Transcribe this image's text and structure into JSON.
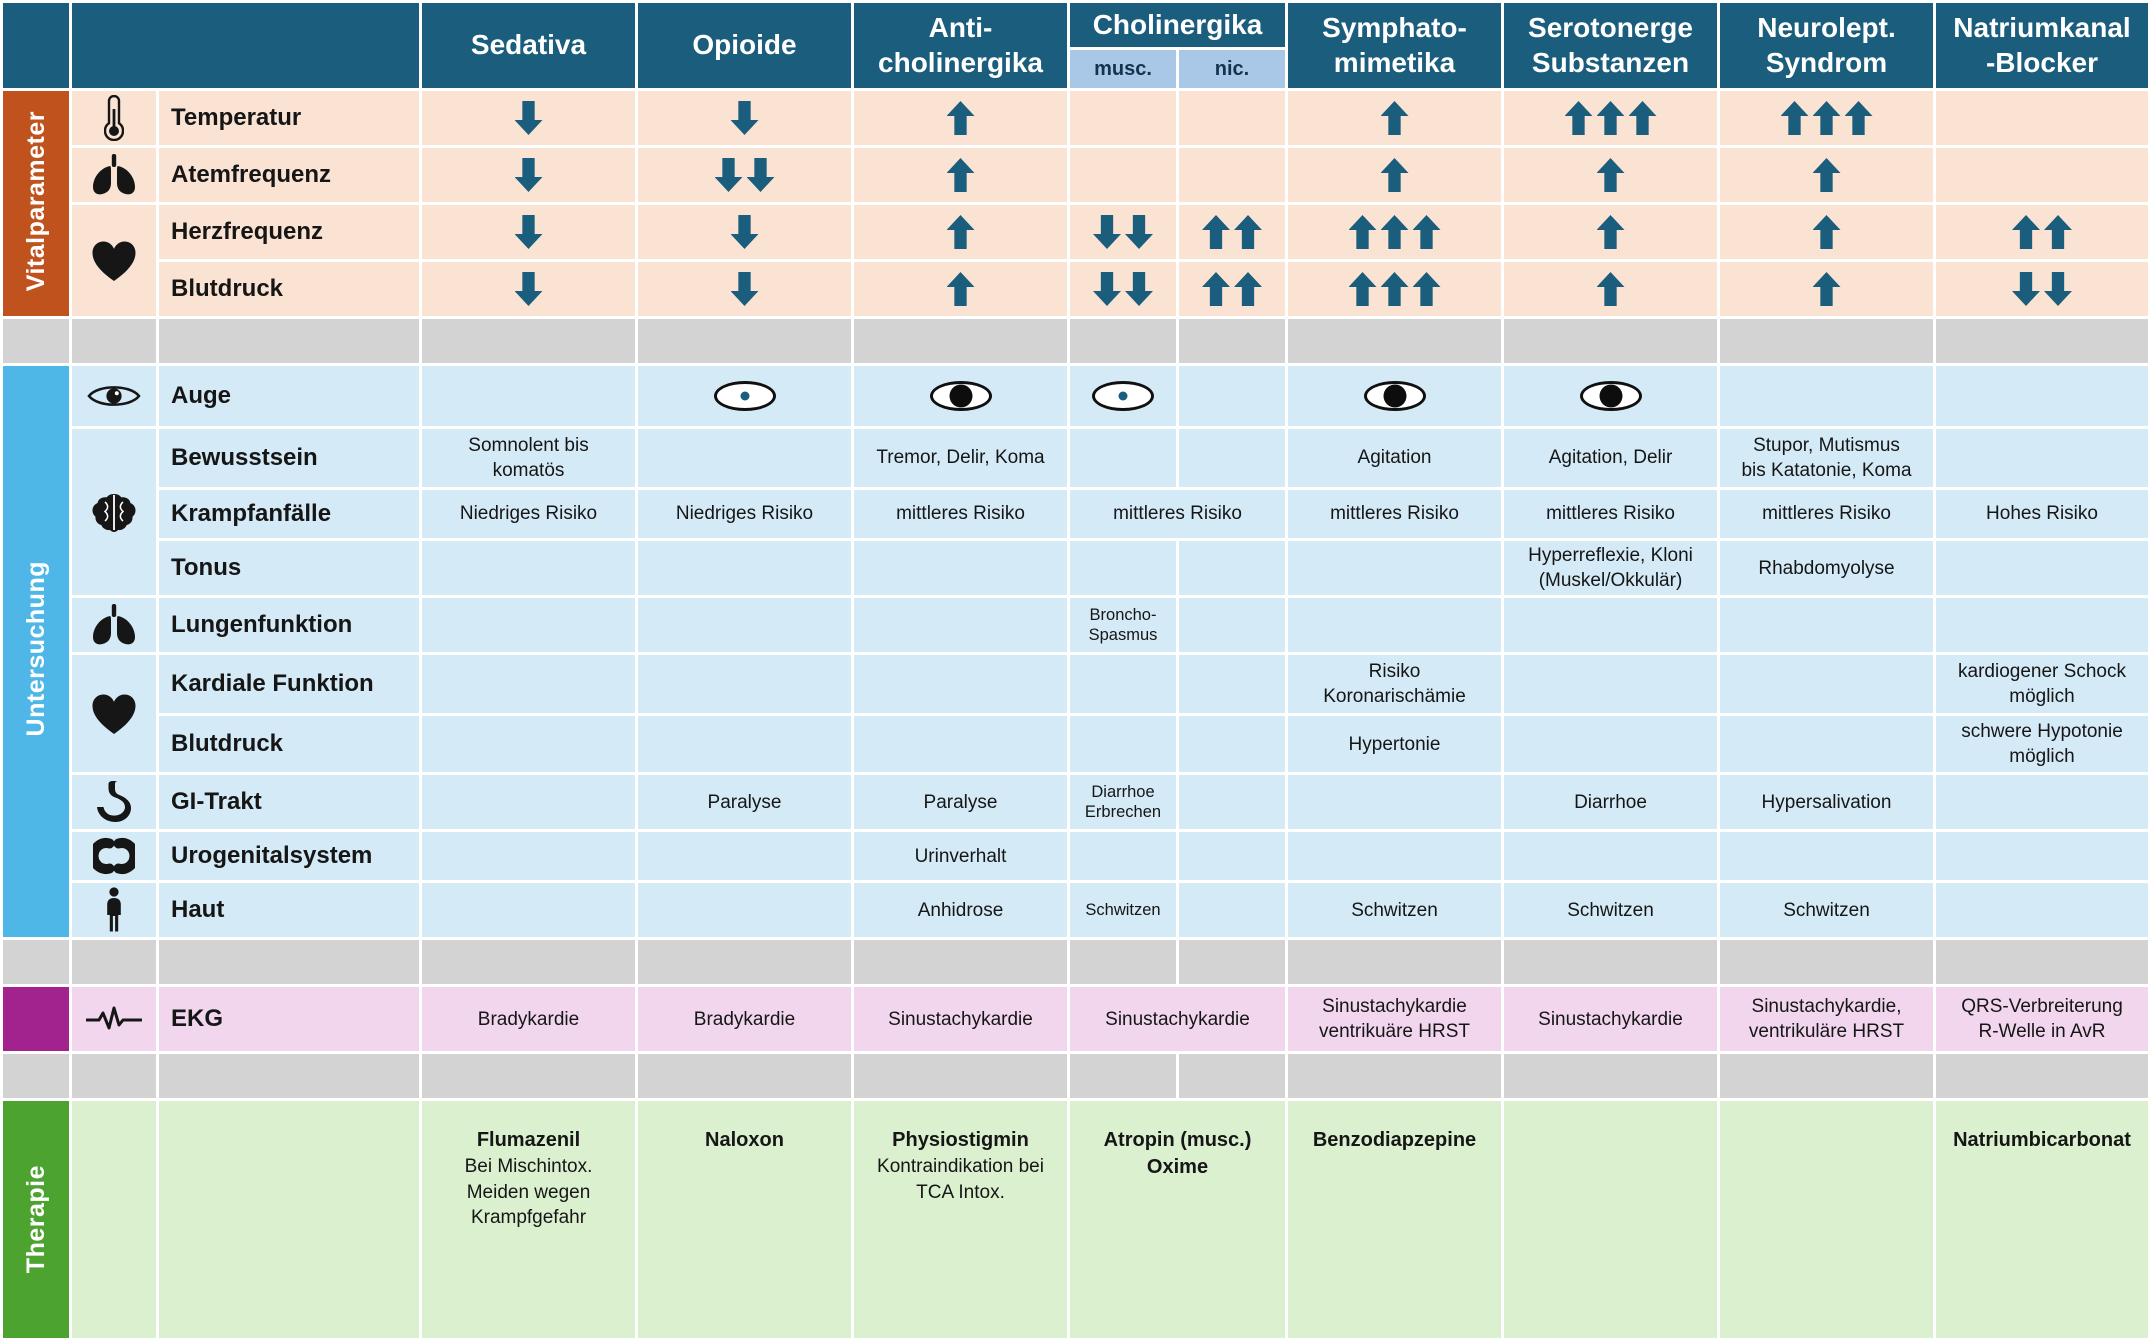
{
  "colors": {
    "header_bg": "#1b5d7d",
    "subheader_bg": "#a9c7e7",
    "arrow": "#1b5d7d",
    "vital_sidebar": "#c0521d",
    "vital_row_bg": "#fbe3d4",
    "untersuchung_sidebar": "#4fb7e8",
    "untersuchung_row_bg": "#d4eaf6",
    "ekg_sidebar": "#a2238e",
    "ekg_row_bg": "#f1d6ee",
    "therapie_sidebar": "#4da32f",
    "therapie_row_bg": "#daf0cf",
    "spacer_row_bg": "#d3d3d3"
  },
  "header": {
    "columns": [
      "Sedativa",
      "Opioide",
      "Anti-\ncholinergika",
      "Cholinergika",
      "Symphato-\nmimetika",
      "Serotonerge\nSubstanzen",
      "Neurolept.\nSyndrom",
      "Natriumkanal\n-Blocker"
    ],
    "cholinergika_sub": [
      "musc.",
      "nic."
    ]
  },
  "sections": {
    "vital": {
      "sidebar": "Vitalparameter",
      "rows": [
        {
          "label": "Temperatur",
          "icon": "thermometer-icon",
          "sed": "down1",
          "opi": "down1",
          "anti": "up1",
          "cholm": "",
          "choln": "",
          "symp": "up1",
          "sero": "up3",
          "neuro": "up3",
          "natr": ""
        },
        {
          "label": "Atemfrequenz",
          "icon": "lungs-icon",
          "sed": "down1",
          "opi": "down2",
          "anti": "up1",
          "cholm": "",
          "choln": "",
          "symp": "up1",
          "sero": "up1",
          "neuro": "up1",
          "natr": ""
        },
        {
          "label": "Herzfrequenz",
          "icon": "heart-icon",
          "sed": "down1",
          "opi": "down1",
          "anti": "up1",
          "cholm": "down2",
          "choln": "up2",
          "symp": "up3",
          "sero": "up1",
          "neuro": "up1",
          "natr": "up2"
        },
        {
          "label": "Blutdruck",
          "sed": "down1",
          "opi": "down1",
          "anti": "up1",
          "cholm": "down2",
          "choln": "up2",
          "symp": "up3",
          "sero": "up1",
          "neuro": "up1",
          "natr": "down2"
        }
      ]
    },
    "unt": {
      "sidebar": "Untersuchung",
      "rows": [
        {
          "label": "Auge",
          "icon": "eye-icon",
          "sed": "",
          "opi": "eye-small",
          "anti": "eye-large",
          "cholm": "eye-small",
          "choln": "",
          "symp": "eye-large",
          "sero": "eye-large",
          "neuro": "",
          "natr": ""
        },
        {
          "label": "Bewusstsein",
          "icon": "brain-icon",
          "sed": "Somnolent bis\nkomatös",
          "opi": "",
          "anti": "Tremor, Delir, Koma",
          "cholm": "",
          "choln": "",
          "symp": "Agitation",
          "sero": "Agitation, Delir",
          "neuro": "Stupor, Mutismus\nbis Katatonie, Koma",
          "natr": ""
        },
        {
          "label": "Krampfanfälle",
          "sed": "Niedriges Risiko",
          "opi": "Niedriges Risiko",
          "anti": "mittleres Risiko",
          "chol": "mittleres Risiko",
          "symp": "mittleres Risiko",
          "sero": "mittleres Risiko",
          "neuro": "mittleres Risiko",
          "natr": "Hohes Risiko"
        },
        {
          "label": "Tonus",
          "sed": "",
          "opi": "",
          "anti": "",
          "cholm": "",
          "choln": "",
          "symp": "",
          "sero": "Hyperreflexie, Kloni\n(Muskel/Okkulär)",
          "neuro": "Rhabdomyolyse",
          "natr": ""
        },
        {
          "label": "Lungenfunktion",
          "icon": "lungs-icon",
          "sed": "",
          "opi": "",
          "anti": "",
          "cholm": "Broncho-\nSpasmus",
          "choln": "",
          "symp": "",
          "sero": "",
          "neuro": "",
          "natr": ""
        },
        {
          "label": "Kardiale Funktion",
          "icon": "heart-icon",
          "sed": "",
          "opi": "",
          "anti": "",
          "cholm": "",
          "choln": "",
          "symp": "Risiko\nKoronarischämie",
          "sero": "",
          "neuro": "",
          "natr": "kardiogener Schock\nmöglich"
        },
        {
          "label": "Blutdruck",
          "sed": "",
          "opi": "",
          "anti": "",
          "cholm": "",
          "choln": "",
          "symp": "Hypertonie",
          "sero": "",
          "neuro": "",
          "natr": "schwere Hypotonie\nmöglich"
        },
        {
          "label": "GI-Trakt",
          "icon": "stomach-icon",
          "sed": "",
          "opi": "Paralyse",
          "anti": "Paralyse",
          "cholm": "Diarrhoe\nErbrechen",
          "choln": "",
          "symp": "",
          "sero": "Diarrhoe",
          "neuro": "Hypersalivation",
          "natr": ""
        },
        {
          "label": "Urogenitalsystem",
          "icon": "kidneys-icon",
          "sed": "",
          "opi": "",
          "anti": "Urinverhalt",
          "cholm": "",
          "choln": "",
          "symp": "",
          "sero": "",
          "neuro": "",
          "natr": ""
        },
        {
          "label": "Haut",
          "icon": "person-icon",
          "sed": "",
          "opi": "",
          "anti": "Anhidrose",
          "cholm": "Schwitzen",
          "choln": "",
          "symp": "Schwitzen",
          "sero": "Schwitzen",
          "neuro": "Schwitzen",
          "natr": ""
        }
      ]
    },
    "ekg": {
      "sidebar": "",
      "row": {
        "label": "EKG",
        "icon": "ecg-icon",
        "sed": "Bradykardie",
        "opi": "Bradykardie",
        "anti": "Sinustachykardie",
        "chol": "Sinustachykardie",
        "symp": "Sinustachykardie\nventrikuäre HRST",
        "sero": "Sinustachykardie",
        "neuro": "Sinustachykardie,\nventrikuläre HRST",
        "natr": "QRS-Verbreiterung\nR-Welle in AvR"
      }
    },
    "ther": {
      "sidebar": "Therapie",
      "cells": {
        "sed": {
          "strong": "Flumazenil",
          "rest": "Bei Mischintox.\nMeiden wegen\nKrampfgefahr"
        },
        "opi": {
          "strong": "Naloxon",
          "rest": ""
        },
        "anti": {
          "strong": "Physiostigmin",
          "rest": "Kontraindikation bei\nTCA Intox."
        },
        "chol": {
          "strong": "Atropin (musc.)\nOxime",
          "rest": ""
        },
        "symp": {
          "strong": "Benzodiapzepine",
          "rest": ""
        },
        "sero": {
          "strong": "",
          "rest": ""
        },
        "neuro": {
          "strong": "",
          "rest": ""
        },
        "natr": {
          "strong": "Natriumbicarbonat",
          "rest": ""
        }
      }
    }
  }
}
